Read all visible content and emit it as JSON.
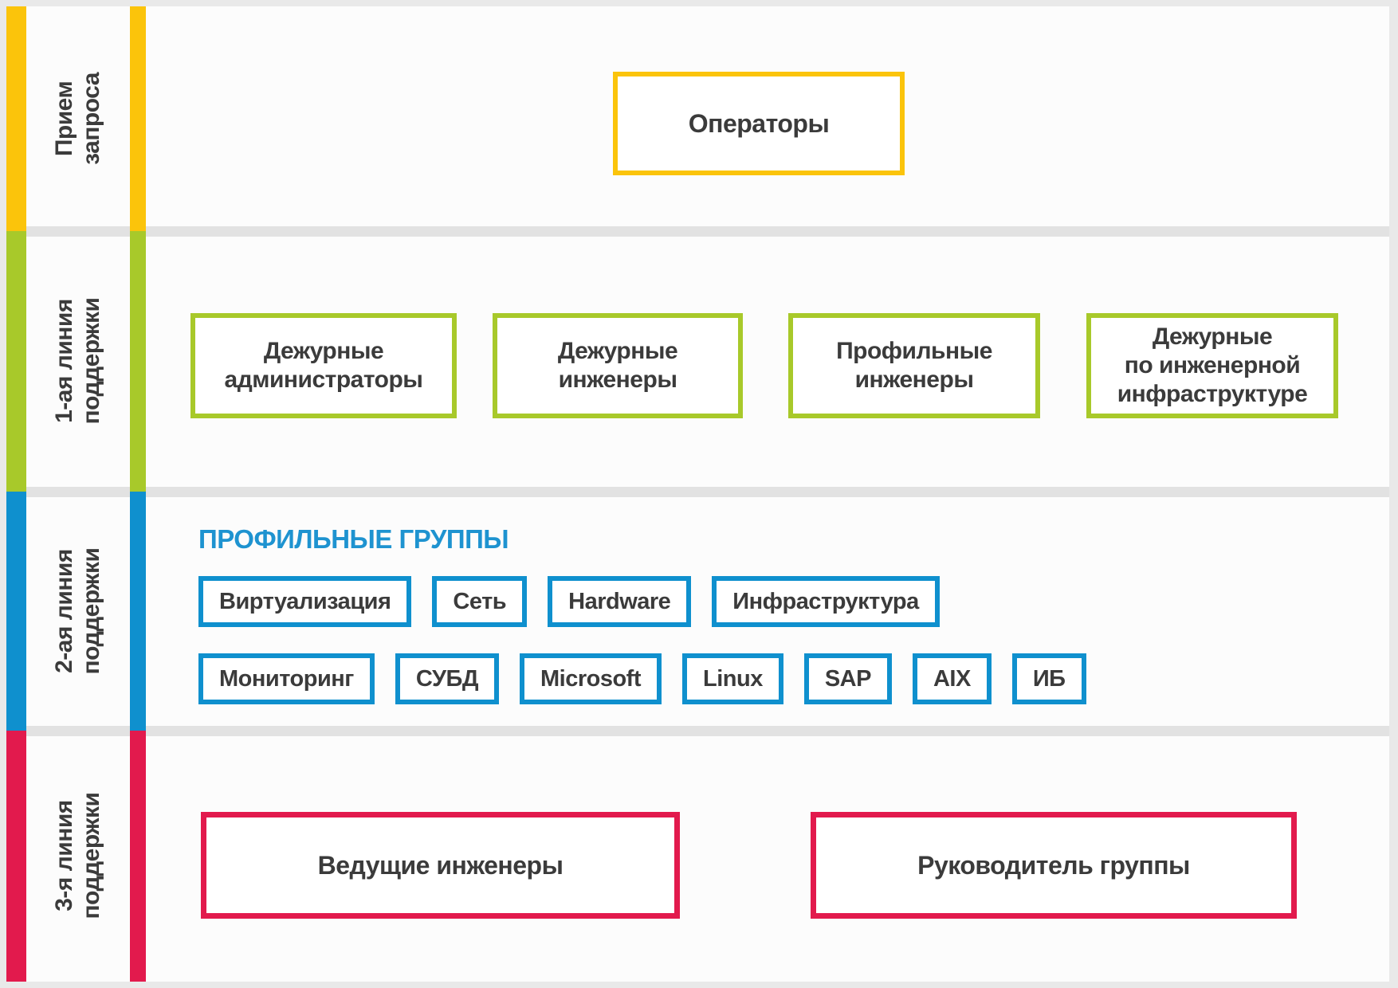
{
  "palette": {
    "yellow": "#FBC40B",
    "green": "#A8C92A",
    "blue": "#0F90CE",
    "red": "#E21A4D",
    "heading_blue": "#1E93D0",
    "text_dark": "#3B3B3B",
    "page_bg": "#E9E9E9",
    "band_bg": "#FCFCFC",
    "separator": "#E2E2E2",
    "box_bg": "#FFFFFF"
  },
  "bands": [
    {
      "id": "intake",
      "label": "Прием\nзапроса",
      "boxes": [
        {
          "text": "Операторы"
        }
      ]
    },
    {
      "id": "line1",
      "label": "1-ая линия\nподдержки",
      "boxes": [
        {
          "text": "Дежурные\nадминистраторы"
        },
        {
          "text": "Дежурные\nинженеры"
        },
        {
          "text": "Профильные\nинженеры"
        },
        {
          "text": "Дежурные\nпо инженерной\nинфраструктуре"
        }
      ]
    },
    {
      "id": "line2",
      "label": "2-ая линия\nподдержки",
      "heading": "ПРОФИЛЬНЫЕ ГРУППЫ",
      "row1": [
        "Виртуализация",
        "Сеть",
        "Hardware",
        "Инфраструктура"
      ],
      "row2": [
        "Мониторинг",
        "СУБД",
        "Microsoft",
        "Linux",
        "SAP",
        "AIX",
        "ИБ"
      ]
    },
    {
      "id": "line3",
      "label": "3-я линия\nподдержки",
      "boxes": [
        {
          "text": "Ведущие инженеры"
        },
        {
          "text": "Руководитель группы"
        }
      ]
    }
  ]
}
